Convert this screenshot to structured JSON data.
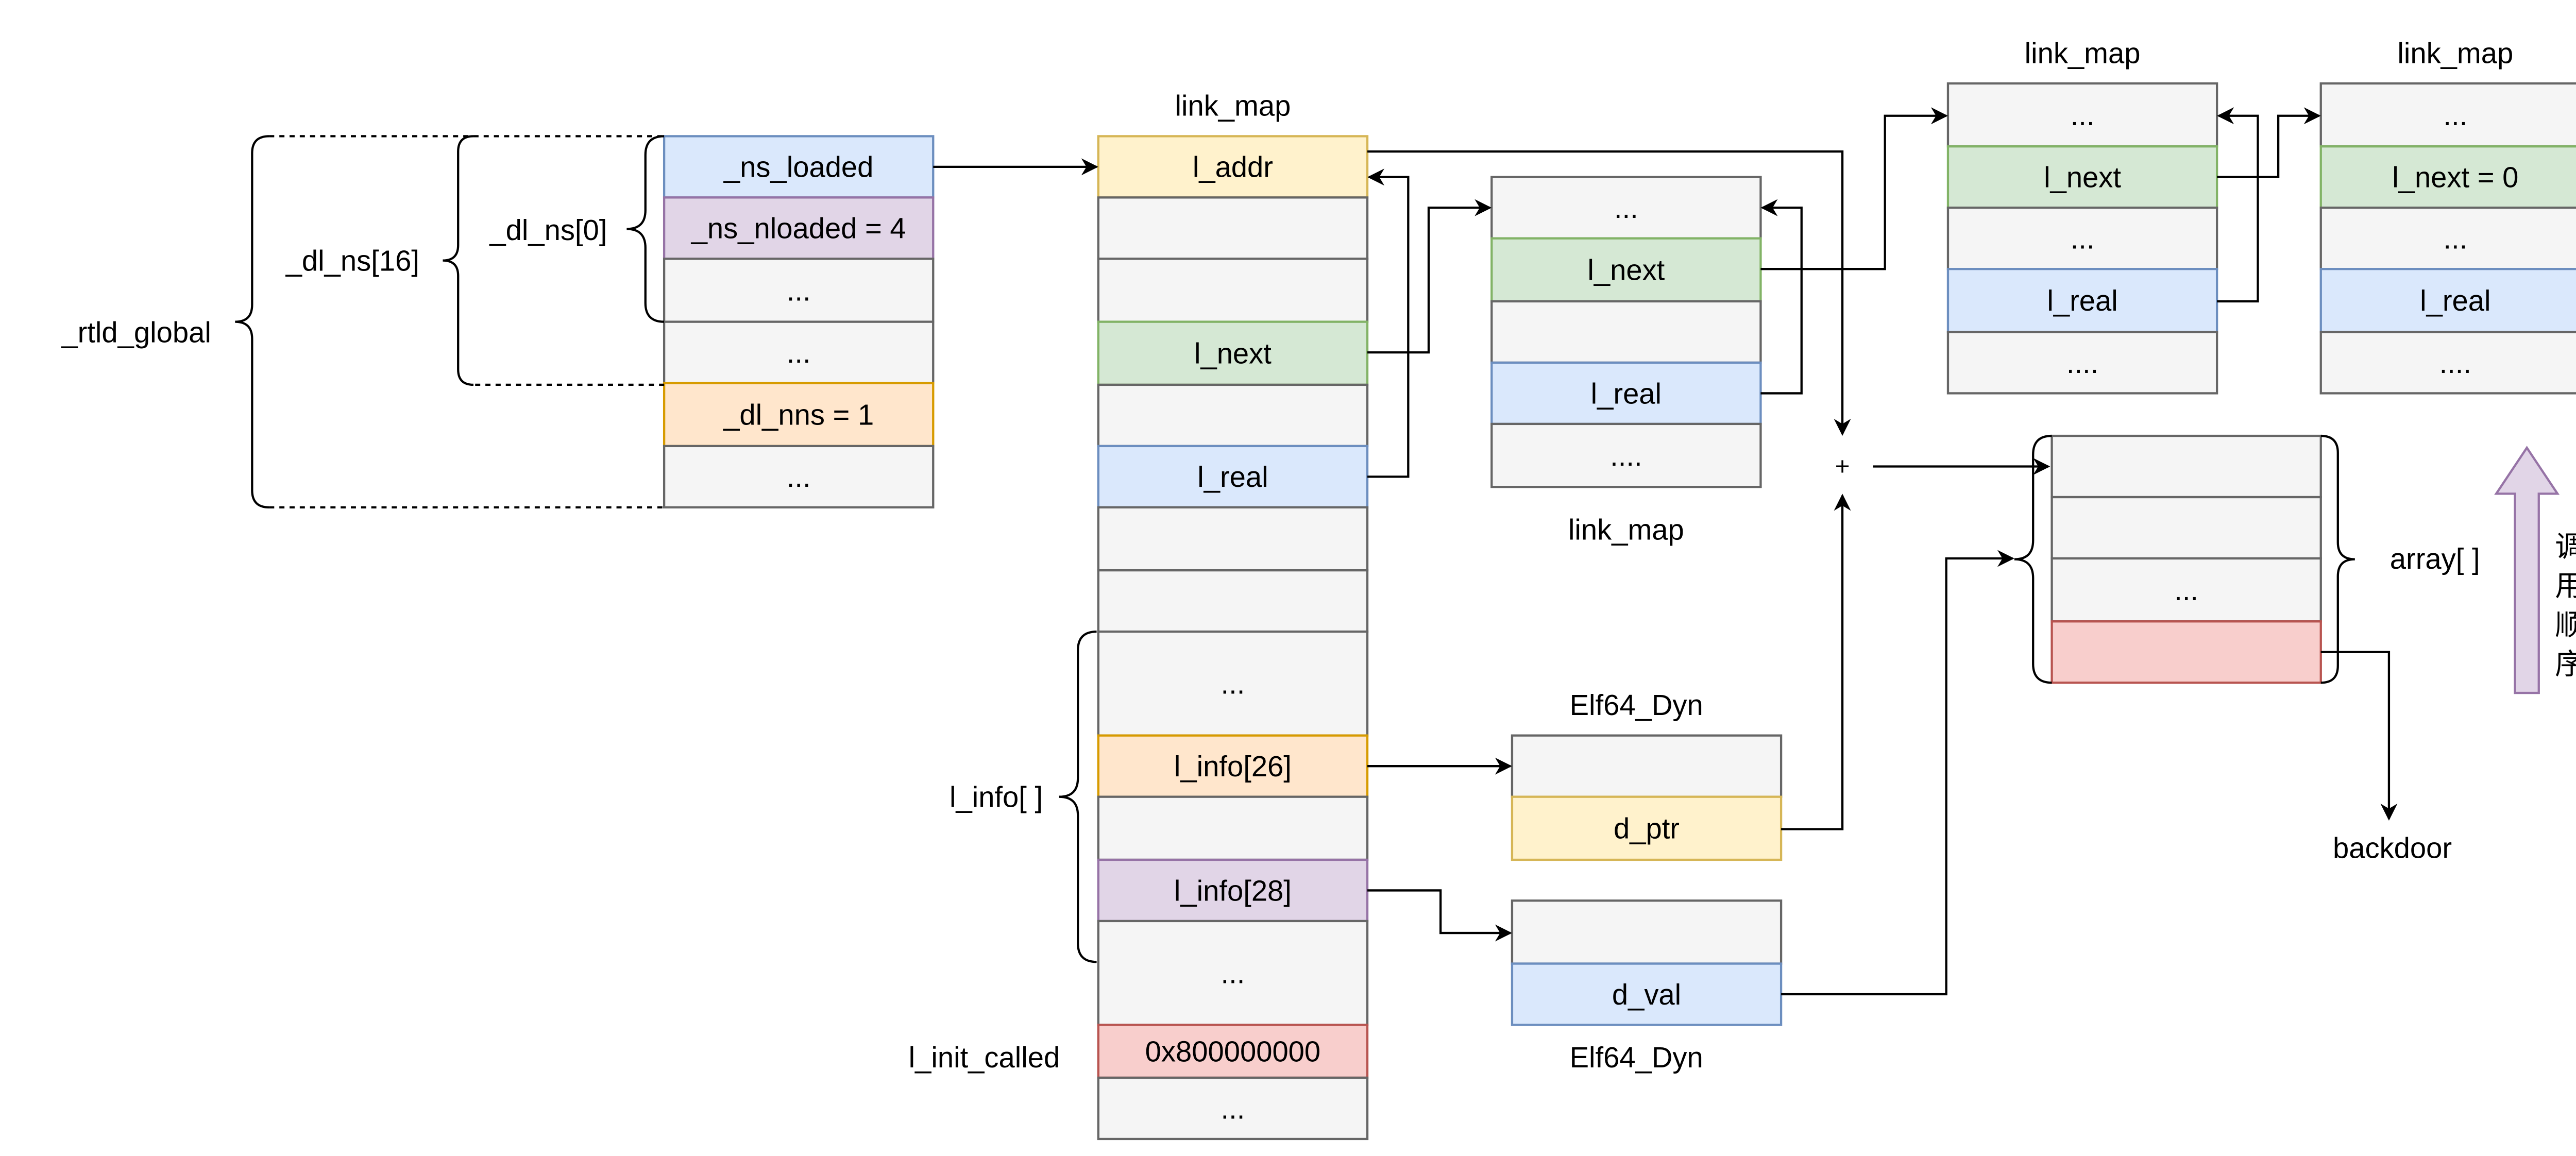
{
  "colors": {
    "gray": [
      "#f5f5f5",
      "#666666"
    ],
    "blue": [
      "#dae8fc",
      "#6c8ebf"
    ],
    "purple": [
      "#e1d5e7",
      "#9673a6"
    ],
    "orange": [
      "#ffe6cc",
      "#d79b00"
    ],
    "yellow": [
      "#fff2cc",
      "#d6b656"
    ],
    "green": [
      "#d5e8d4",
      "#82b366"
    ],
    "red": [
      "#f8cecc",
      "#b85450"
    ],
    "order_arrow": [
      "#e1d5e7",
      "#9673a6"
    ]
  },
  "labels": {
    "rtld_global": "_rtld_global",
    "dl_ns16": "_dl_ns[16]",
    "dl_ns0": "_dl_ns[0]",
    "l_info": "l_info[ ]",
    "l_init_called": "l_init_called",
    "link_map_main": "link_map",
    "link_map_2": "link_map",
    "link_map_3": "link_map",
    "link_map_4": "link_map",
    "elf_dyn_1": "Elf64_Dyn",
    "elf_dyn_2": "Elf64_Dyn",
    "array": "array[ ]",
    "backdoor": "backdoor",
    "plus": "+",
    "call_order": [
      "调",
      "用",
      "顺",
      "序"
    ]
  },
  "rtld_cells": [
    {
      "text": "_ns_loaded",
      "color": "blue"
    },
    {
      "text": "_ns_nloaded = 4",
      "color": "purple"
    },
    {
      "text": "...",
      "color": "gray"
    },
    {
      "text": "...",
      "color": "gray"
    },
    {
      "text": "_dl_nns = 1",
      "color": "orange"
    },
    {
      "text": "...",
      "color": "gray"
    }
  ],
  "link_map_main": [
    {
      "text": "l_addr",
      "color": "yellow"
    },
    {
      "text": "",
      "color": "gray"
    },
    {
      "text": "",
      "color": "gray"
    },
    {
      "text": "l_next",
      "color": "green"
    },
    {
      "text": "",
      "color": "gray"
    },
    {
      "text": "l_real",
      "color": "blue"
    },
    {
      "text": "",
      "color": "gray"
    },
    {
      "text": "",
      "color": "gray"
    },
    {
      "text": "...",
      "color": "gray"
    },
    {
      "text": "l_info[26]",
      "color": "orange"
    },
    {
      "text": "",
      "color": "gray"
    },
    {
      "text": "l_info[28]",
      "color": "purple"
    },
    {
      "text": "...",
      "color": "gray"
    },
    {
      "text": "0x800000000",
      "color": "red"
    },
    {
      "text": "...",
      "color": "gray"
    }
  ],
  "link_map_2": [
    {
      "text": "...",
      "color": "gray"
    },
    {
      "text": "l_next",
      "color": "green"
    },
    {
      "text": "",
      "color": "gray"
    },
    {
      "text": "l_real",
      "color": "blue"
    },
    {
      "text": "....",
      "color": "gray"
    }
  ],
  "link_map_3": [
    {
      "text": "...",
      "color": "gray"
    },
    {
      "text": "l_next",
      "color": "green"
    },
    {
      "text": "...",
      "color": "gray"
    },
    {
      "text": "l_real",
      "color": "blue"
    },
    {
      "text": "....",
      "color": "gray"
    }
  ],
  "link_map_4": [
    {
      "text": "...",
      "color": "gray"
    },
    {
      "text": "l_next = 0",
      "color": "green"
    },
    {
      "text": "...",
      "color": "gray"
    },
    {
      "text": "l_real",
      "color": "blue"
    },
    {
      "text": "....",
      "color": "gray"
    }
  ],
  "elf_dyn_1": [
    {
      "text": "",
      "color": "gray"
    },
    {
      "text": "d_ptr",
      "color": "yellow"
    }
  ],
  "elf_dyn_2": [
    {
      "text": "",
      "color": "gray"
    },
    {
      "text": "d_val",
      "color": "blue"
    }
  ],
  "array": [
    {
      "text": "",
      "color": "gray"
    },
    {
      "text": "",
      "color": "gray"
    },
    {
      "text": "...",
      "color": "gray"
    },
    {
      "text": "",
      "color": "red"
    }
  ]
}
